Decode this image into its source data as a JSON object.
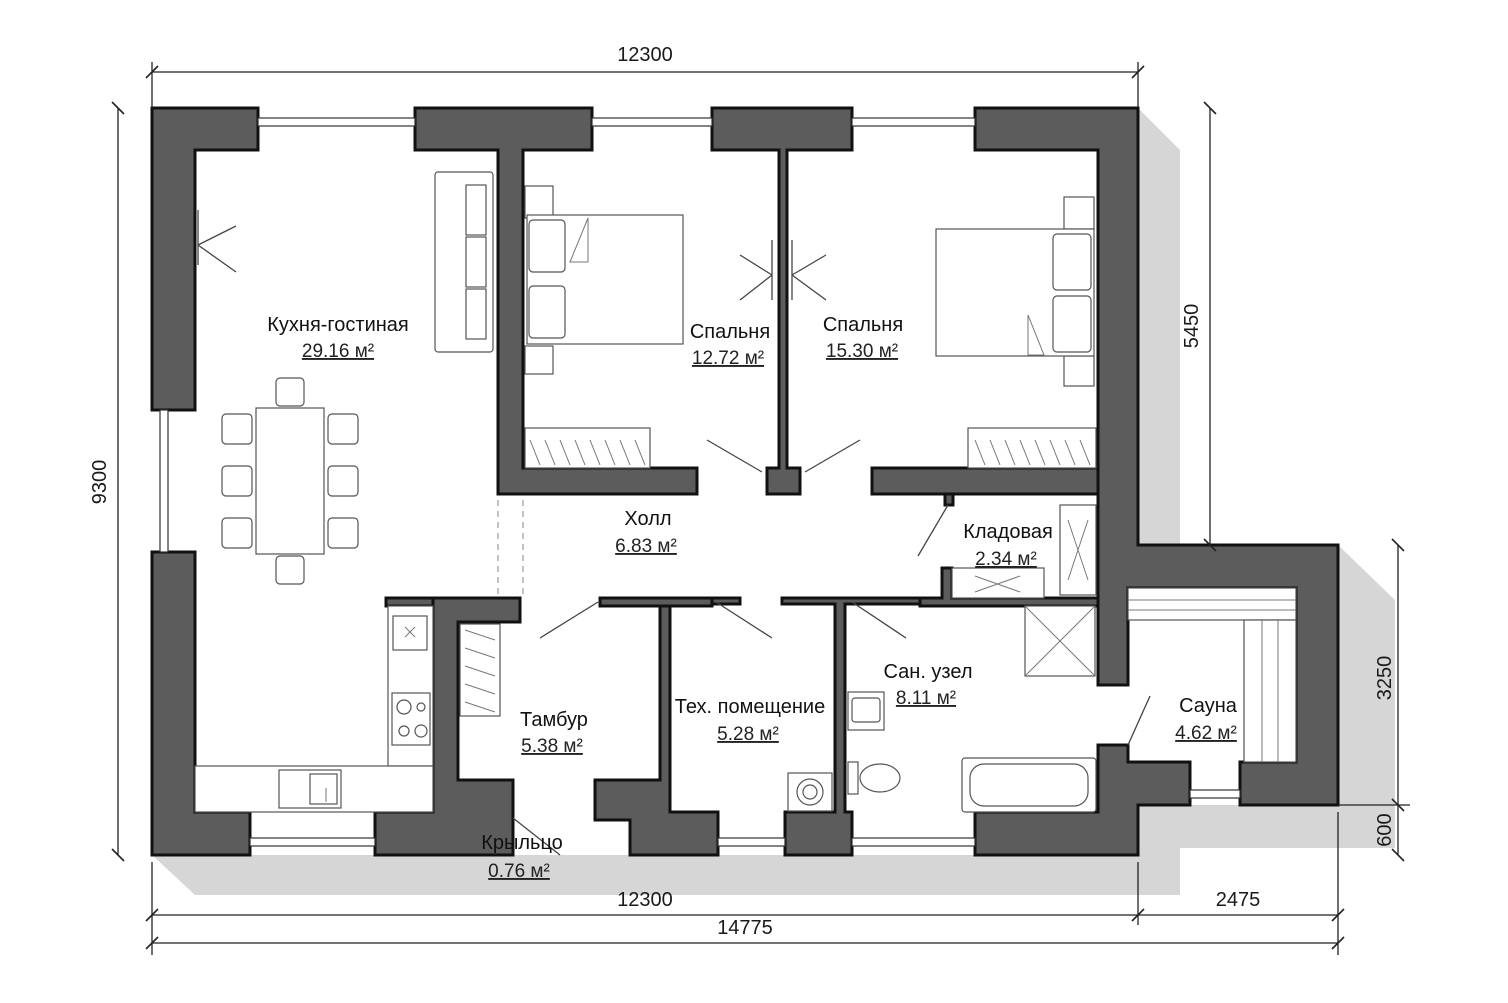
{
  "dimensions": {
    "top_width": "12300",
    "left_height": "9300",
    "right_upper": "5450",
    "right_sauna": "3250",
    "right_bottom": "600",
    "bottom_main": "12300",
    "bottom_sauna": "2475",
    "bottom_total": "14775"
  },
  "rooms": [
    {
      "id": "kitchen",
      "name": "Кухня-гостиная",
      "area": "29.16 м²"
    },
    {
      "id": "bedroom1",
      "name": "Спальня",
      "area": "12.72 м²"
    },
    {
      "id": "bedroom2",
      "name": "Спальня",
      "area": "15.30 м²"
    },
    {
      "id": "hall",
      "name": "Холл",
      "area": "6.83 м²"
    },
    {
      "id": "storage",
      "name": "Кладовая",
      "area": "2.34 м²"
    },
    {
      "id": "vestibule",
      "name": "Тамбур",
      "area": "5.38 м²"
    },
    {
      "id": "tech",
      "name": "Тех. помещение",
      "area": "5.28 м²"
    },
    {
      "id": "bathroom",
      "name": "Сан. узел",
      "area": "8.11 м²"
    },
    {
      "id": "sauna",
      "name": "Сауна",
      "area": "4.62 м²"
    },
    {
      "id": "porch",
      "name": "Крыльцо",
      "area": "0.76 м²"
    }
  ],
  "colors": {
    "wall": "#5c5c5c",
    "shadow": "#d6d6d6",
    "line": "#111111"
  }
}
